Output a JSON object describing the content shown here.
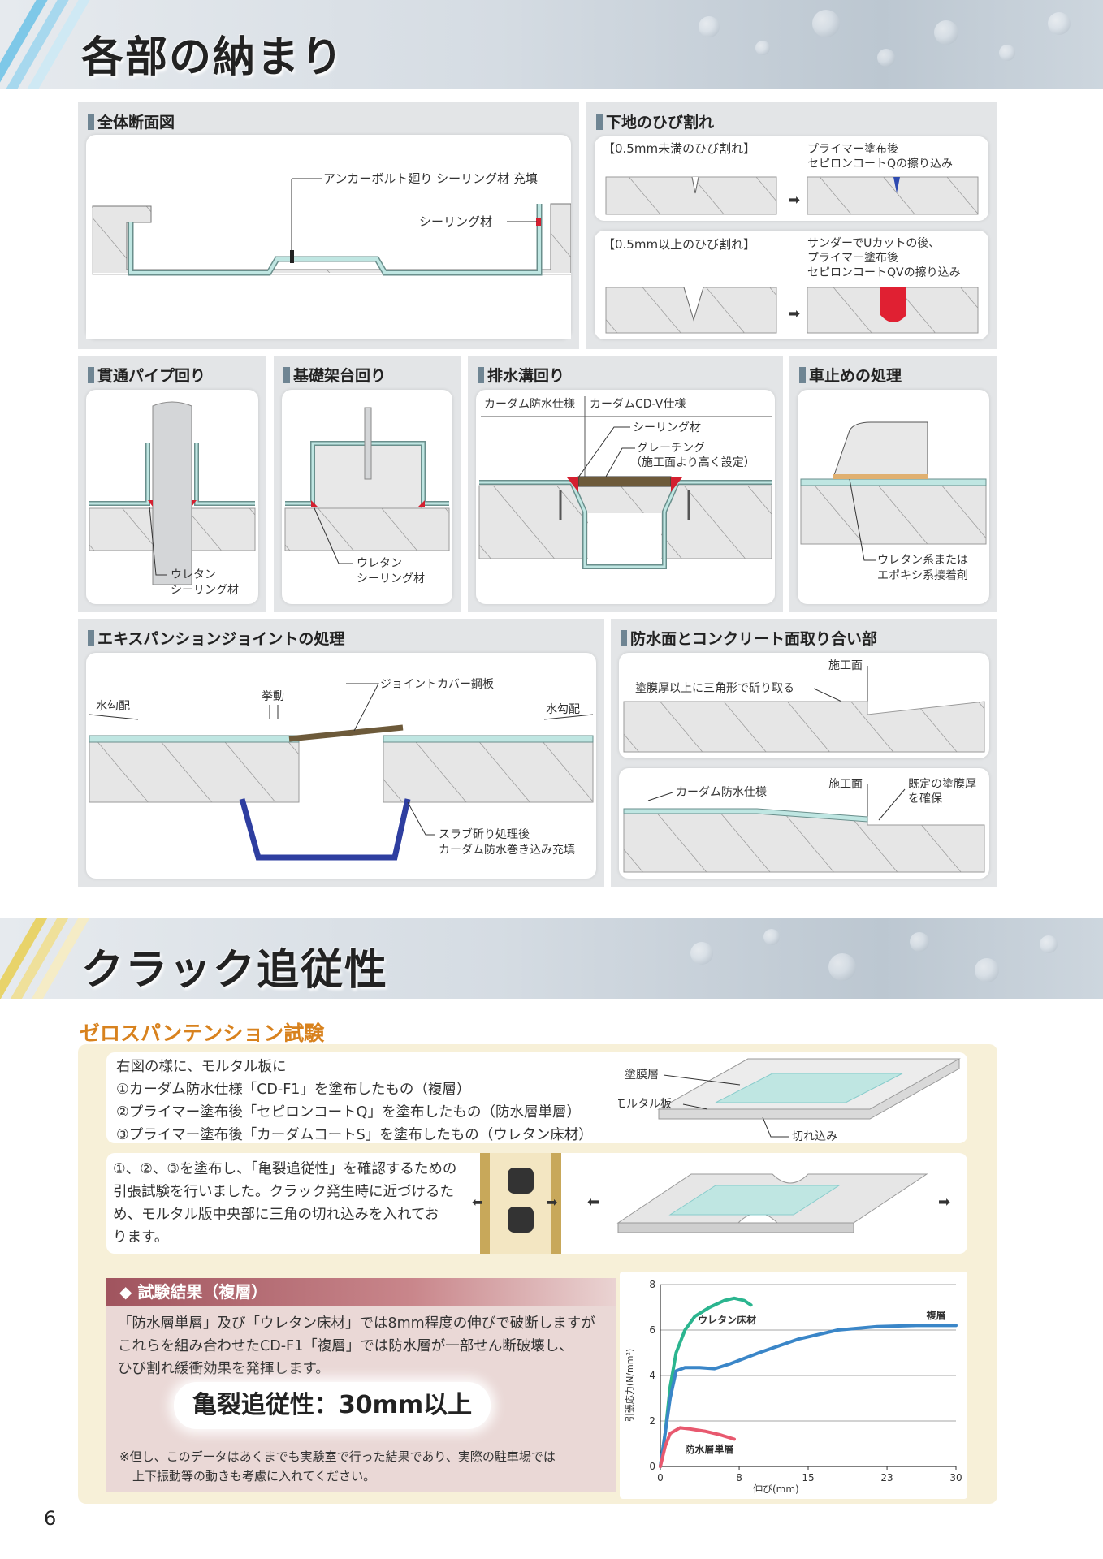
{
  "page_number": "6",
  "section1": {
    "title": "各部の納まり"
  },
  "panels": {
    "overall": {
      "title": "全体断面図",
      "label_anchor": "アンカーボルト廻り シーリング材 充填",
      "label_sealing": "シーリング材"
    },
    "crack": {
      "title": "下地のひび割れ",
      "small_title": "【0.5mm未満のひび割れ】",
      "small_note": [
        "プライマー塗布後",
        "セピロンコートQの擦り込み"
      ],
      "large_title": "【0.5mm以上のひび割れ】",
      "large_note": [
        "サンダーでUカットの後、",
        "プライマー塗布後",
        "セピロンコートQVの擦り込み"
      ]
    },
    "pipe": {
      "title": "貫通パイプ回り",
      "label": [
        "ウレタン",
        "シーリング材"
      ]
    },
    "base": {
      "title": "基礎架台回り",
      "label": [
        "ウレタン",
        "シーリング材"
      ]
    },
    "drain": {
      "title": "排水溝回り",
      "spec_left": "カーダム防水仕様",
      "spec_right": "カーダムCD-V仕様",
      "label_sealing": "シーリング材",
      "label_grating": [
        "グレーチング",
        "（施工面より高く設定）"
      ]
    },
    "stop": {
      "title": "車止めの処理",
      "label": [
        "ウレタン系または",
        "エポキシ系接着剤"
      ]
    },
    "expansion": {
      "title": "エキスパンションジョイントの処理",
      "label_cover": "ジョイントカバー鋼板",
      "label_move": "挙動",
      "label_slope_left": "水勾配",
      "label_slope_right": "水勾配",
      "label_slab": [
        "スラブ斫り処理後",
        "カーダム防水巻き込み充填"
      ]
    },
    "junction": {
      "title": "防水面とコンクリート面取り合い部",
      "top_face": "施工面",
      "top_note": "塗膜厚以上に三角形で斫り取る",
      "bottom_spec": "カーダム防水仕様",
      "bottom_face": "施工面",
      "bottom_note": [
        "既定の塗膜厚",
        "を確保"
      ]
    }
  },
  "section2": {
    "title": "クラック追従性"
  },
  "test": {
    "heading": "ゼロスパンテンション試験",
    "intro": [
      "右図の様に、モルタル板に",
      "①カーダム防水仕様「CD-F1」を塗布したもの（複層）",
      "②プライマー塗布後「セピロンコートQ」を塗布したもの（防水層単層）",
      "③プライマー塗布後「カーダムコートS」を塗布したもの（ウレタン床材）"
    ],
    "fig_labels": {
      "coating": "塗膜層",
      "mortar": "モルタル板",
      "notch": "切れ込み"
    },
    "desc": [
      "①、②、③を塗布し、「亀裂追従性」を確認するための",
      "引張試験を行いました。クラック発生時に近づけるた",
      "め、モルタル版中央部に三角の切れ込みを入れてお",
      "ります。"
    ],
    "result_title": "◆ 試験結果（複層）",
    "result_body": [
      "「防水層単層」及び「ウレタン床材」では8mm程度の伸びで破断しますが",
      "これらを組み合わせたCD-F1「複層」では防水層が一部せん断破壊し、",
      "ひび割れ緩衝効果を発揮します。"
    ],
    "highlight": "亀裂追従性：30mm以上",
    "note": [
      "※但し、このデータはあくまでも実験室で行った結果であり、実際の駐車場では",
      "上下振動等の動きも考慮に入れてください。"
    ]
  },
  "colors": {
    "orange_heading": "#d8821e",
    "teal_line": "#2bb58f",
    "blue_line": "#3a86c8",
    "pink_line": "#e8596f",
    "waterproof": "#bfe6e2",
    "sealant_red": "#d42030"
  },
  "chart_data": {
    "type": "line",
    "title": "",
    "xlabel": "伸び(mm)",
    "ylabel": "引張応力(N/mm²)",
    "x_ticks": [
      "0",
      "8",
      "15",
      "23",
      "30"
    ],
    "y_ticks": [
      "0",
      "2",
      "4",
      "6",
      "8"
    ],
    "xlim": [
      0,
      30
    ],
    "ylim": [
      0,
      8
    ],
    "grid": true,
    "series": [
      {
        "name": "ウレタン床材",
        "color": "#2bb58f",
        "x": [
          0,
          0.5,
          1,
          1.6,
          2.5,
          3.5,
          5,
          6.5,
          7.5,
          8.5,
          9.2
        ],
        "y": [
          0,
          1.5,
          3.5,
          5.0,
          6.0,
          6.6,
          7.0,
          7.3,
          7.4,
          7.3,
          7.1
        ]
      },
      {
        "name": "複層",
        "color": "#3a86c8",
        "x": [
          0,
          0.5,
          1,
          1.6,
          2.5,
          4,
          5.5,
          7,
          10,
          14,
          18,
          22,
          26,
          30
        ],
        "y": [
          0,
          1.5,
          3.0,
          4.2,
          4.35,
          4.35,
          4.3,
          4.5,
          5.0,
          5.6,
          6.0,
          6.15,
          6.2,
          6.2
        ]
      },
      {
        "name": "防水層単層",
        "color": "#e8596f",
        "x": [
          0,
          0.5,
          1,
          2,
          3,
          4.5,
          6,
          7.5
        ],
        "y": [
          0,
          0.9,
          1.45,
          1.7,
          1.65,
          1.55,
          1.4,
          1.2
        ]
      }
    ]
  }
}
